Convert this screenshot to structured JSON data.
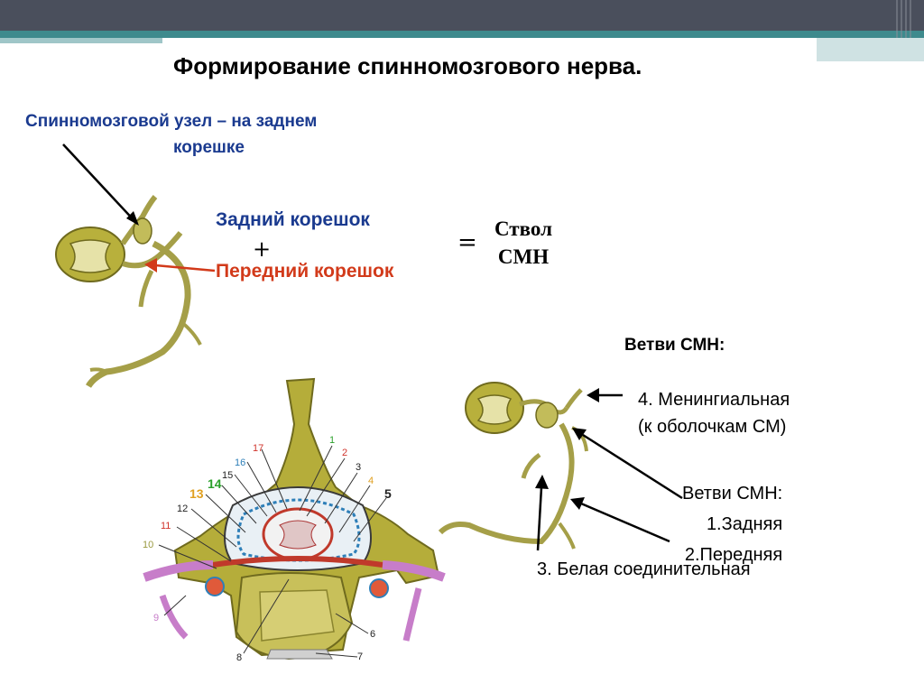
{
  "slide": {
    "title": "Формирование спинномозгового нерва.",
    "ganglion_line1": "Спинномозговой узел – на заднем",
    "ganglion_line2": "корешке",
    "posterior_root": "Задний корешок",
    "plus": "+",
    "anterior_root": "Передний корешок",
    "equals": "=",
    "trunk_line1": "Ствол",
    "trunk_line2": "СМН",
    "branches_heading": "Ветви СМН:",
    "meningeal_line1": "4. Менингиальная",
    "meningeal_line2": "(к оболочкам СМ)",
    "branches_heading2": "Ветви СМН:",
    "branch_posterior": "1.Задняя",
    "branch_anterior": "2.Передняя",
    "branch_white": "3. Белая соединительная"
  },
  "vertebra_labels": [
    "1",
    "2",
    "3",
    "4",
    "5",
    "6",
    "7",
    "8",
    "9",
    "10",
    "11",
    "12",
    "13",
    "14",
    "15",
    "16",
    "17"
  ],
  "colors": {
    "header_dark": "#4a4f5c",
    "header_teal": "#3e8a8d",
    "text_blue": "#1a3a8f",
    "text_red": "#d23a1a",
    "bone": "#b5ad3a",
    "nerve": "#c9c68f"
  }
}
